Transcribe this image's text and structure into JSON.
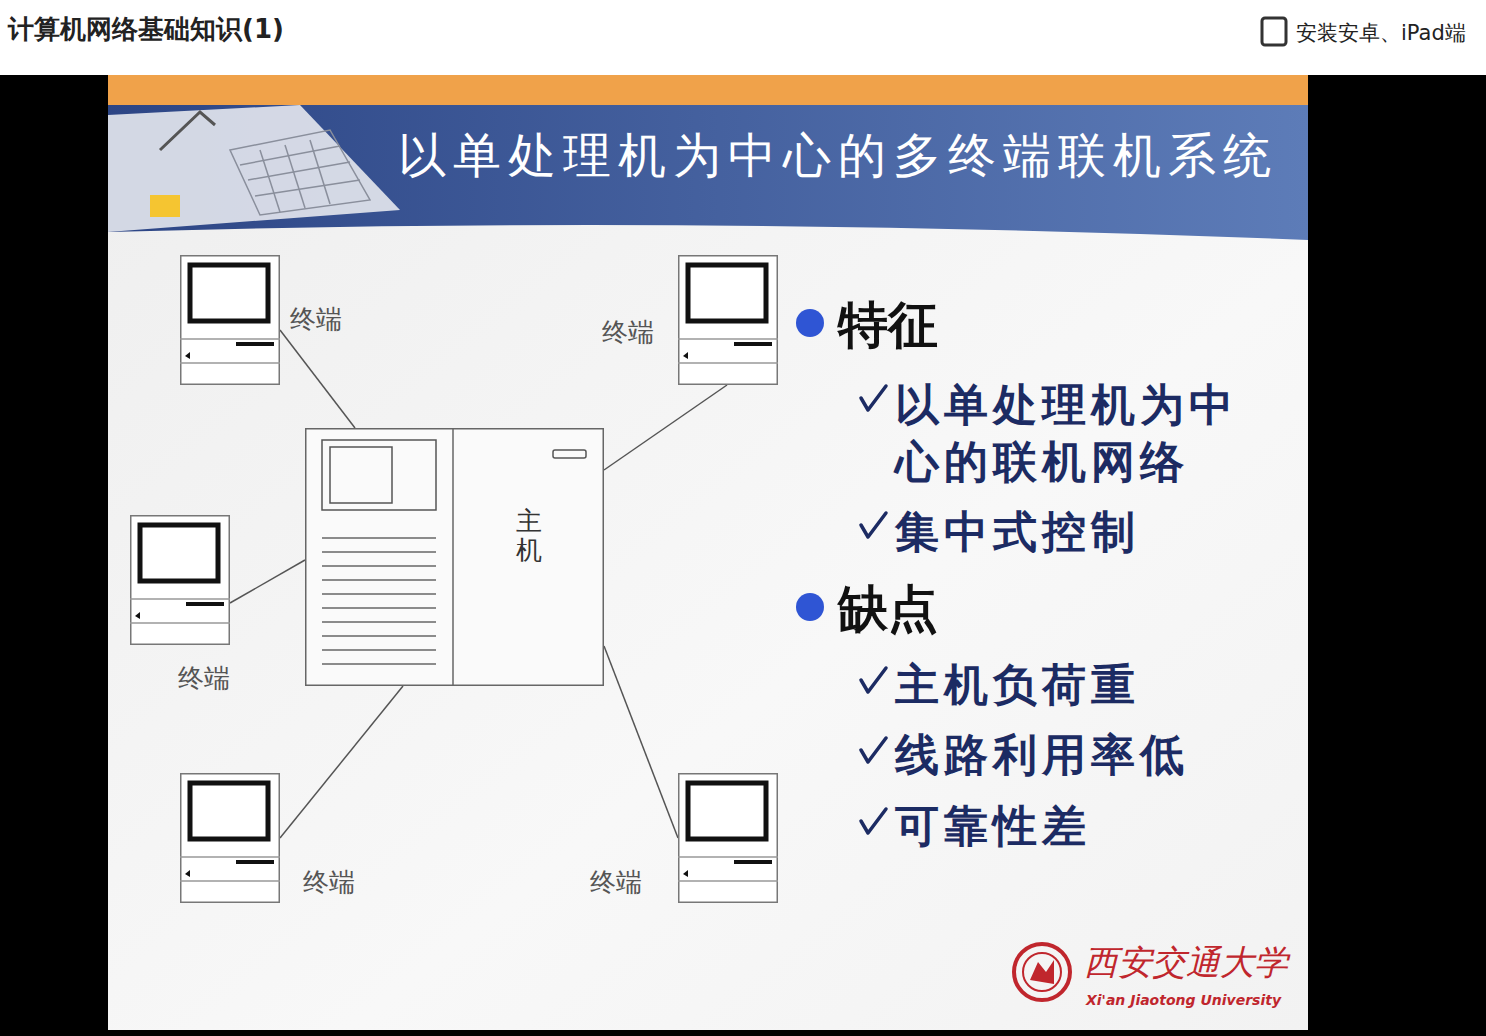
{
  "diagram": {
    "title": "以单处理机为中心的多终端联机系统",
    "nodes": [
      {
        "text": [
          "终端"
        ]
      },
      {
        "text": [
          "终端"
        ]
      },
      {
        "text": [
          "主机"
        ]
      },
      {
        "text": [
          "终端"
        ]
      },
      {
        "text": [
          "终端"
        ]
      },
      {
        "text": [
          "终端"
        ]
      }
    ],
    "edges": [
      {
        "from": 2,
        "to": 0,
        "arrow": "none"
      },
      {
        "from": 2,
        "to": 1,
        "arrow": "none"
      },
      {
        "from": 2,
        "to": 3,
        "arrow": "none"
      },
      {
        "from": 2,
        "to": 4,
        "arrow": "none"
      },
      {
        "from": 2,
        "to": 5,
        "arrow": "none"
      }
    ],
    "labels": [
      "计算机网络基础知识(1)",
      "安装安卓、iPad端",
      "特征",
      "以单处理机为中心的联机网络",
      "集中式控制",
      "缺点",
      "主机负荷重",
      "线路利用率低",
      "可靠性差",
      "西安交通大学",
      "Xi'an Jiaotong University"
    ]
  }
}
